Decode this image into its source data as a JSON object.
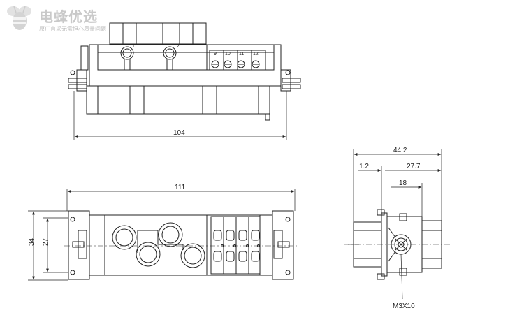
{
  "watermark": {
    "title": "电蜂优选",
    "subtitle": "原厂直采无需担心质量问题",
    "icon": "bee-logo-icon",
    "color": "#c9c9c9"
  },
  "drawing": {
    "line_color": "#222222",
    "top_view": {
      "dimension_width": "104",
      "pin_labels": [
        "1",
        "2"
      ],
      "terminal_labels": [
        "9",
        "10",
        "11",
        "12"
      ]
    },
    "front_view": {
      "dimension_width": "111",
      "dimension_height_outer": "34",
      "dimension_height_inner": "27"
    },
    "side_view": {
      "dimension_total": "44.2",
      "dimension_offset": "1.2",
      "dimension_depth": "27.7",
      "dimension_inner": "18",
      "screw_label": "M3X10"
    }
  }
}
